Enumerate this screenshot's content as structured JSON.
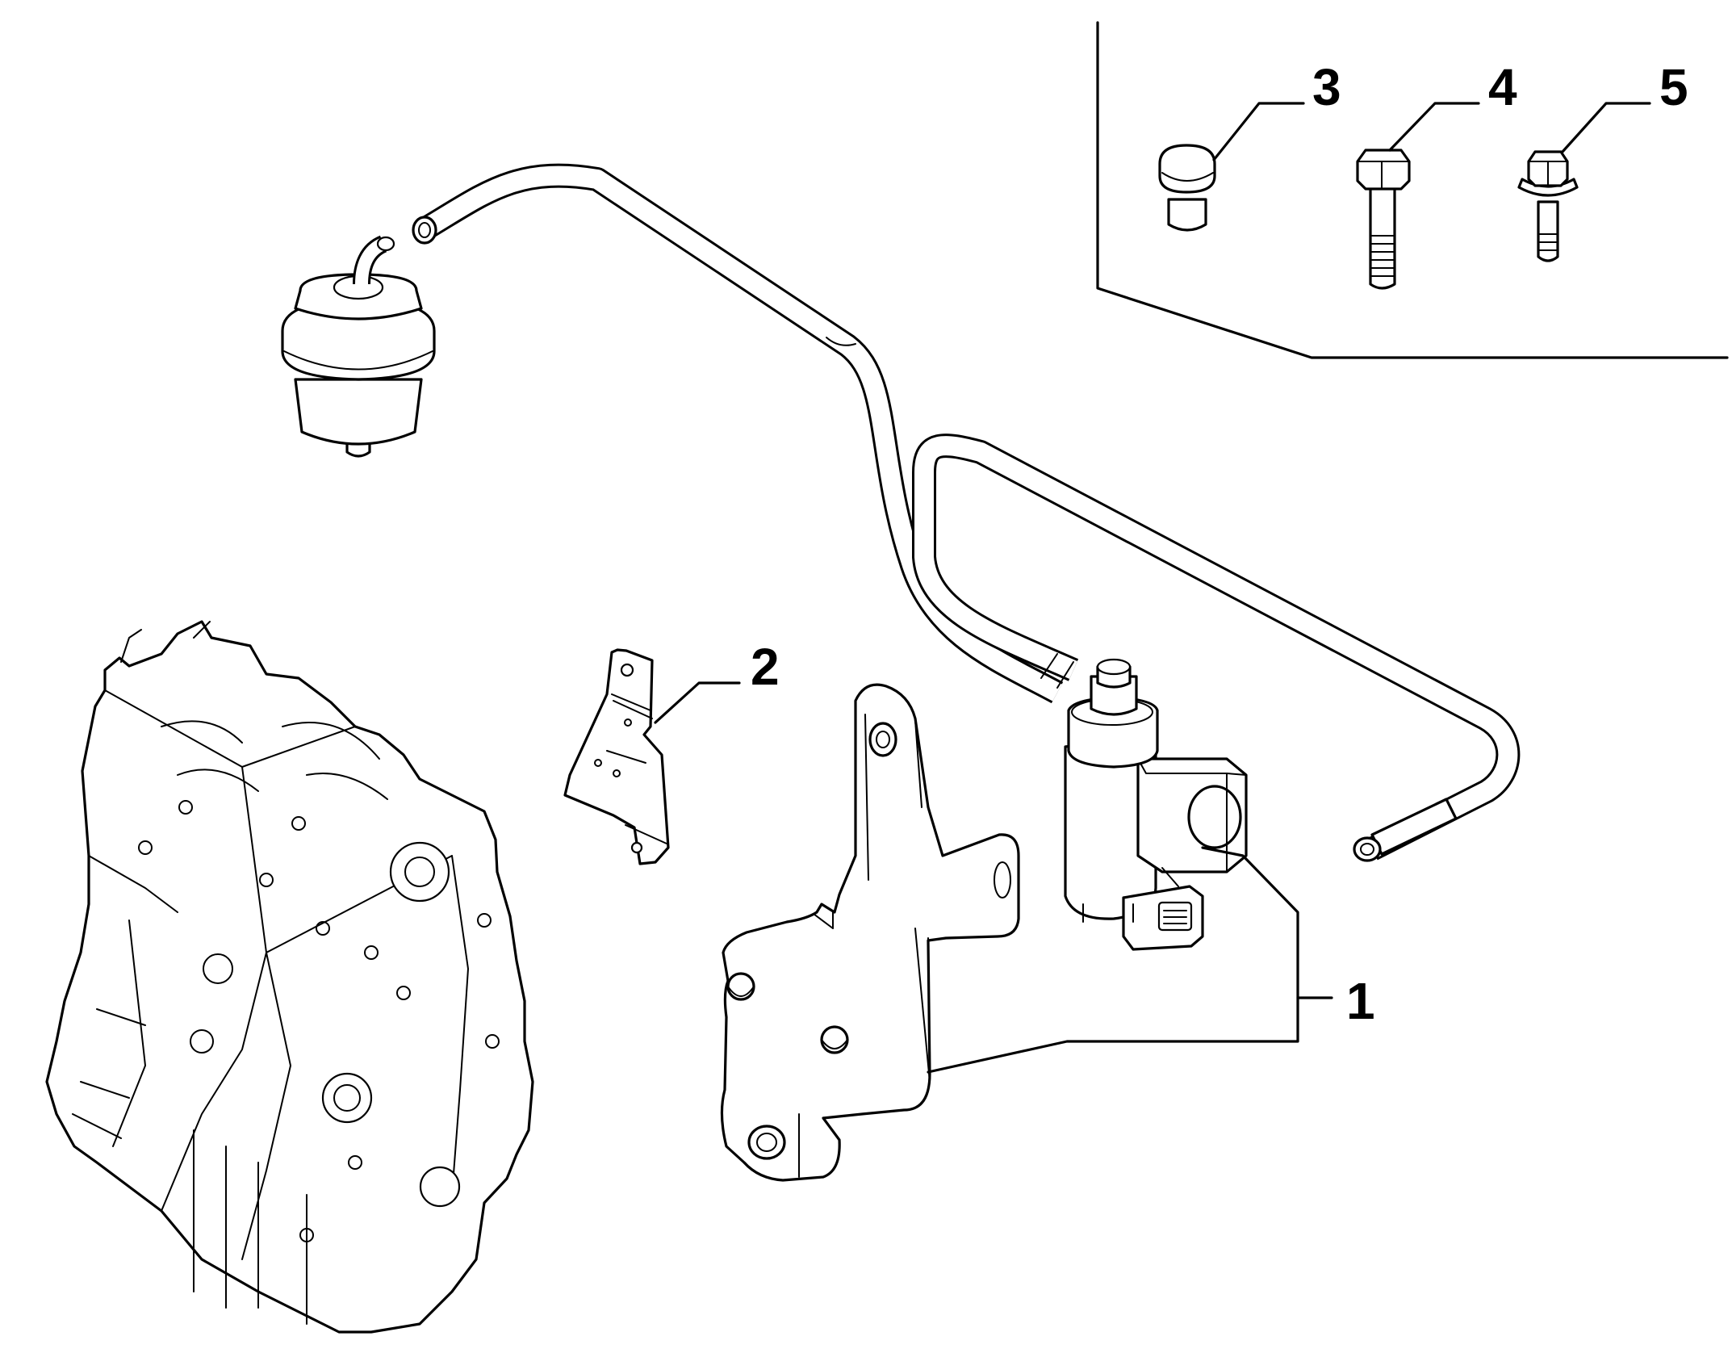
{
  "callouts": [
    {
      "id": "1",
      "label": "1",
      "part": "solenoid-valve-with-bracket"
    },
    {
      "id": "2",
      "label": "2",
      "part": "bracket"
    },
    {
      "id": "3",
      "label": "3",
      "part": "plug-cap"
    },
    {
      "id": "4",
      "label": "4",
      "part": "hex-bolt"
    },
    {
      "id": "5",
      "label": "5",
      "part": "flange-bolt"
    }
  ],
  "colors": {
    "line": "#000000",
    "background": "#ffffff"
  }
}
